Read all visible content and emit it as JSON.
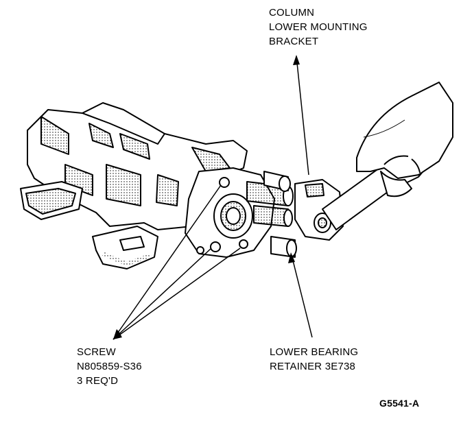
{
  "labels": {
    "column_bracket": [
      "COLUMN",
      "LOWER MOUNTING",
      "BRACKET"
    ],
    "screw": [
      "SCREW",
      "N805859-S36",
      "3 REQ'D"
    ],
    "lower_bearing": [
      "LOWER BEARING",
      "RETAINER 3E738"
    ],
    "figure_code": "G5541-A"
  }
}
